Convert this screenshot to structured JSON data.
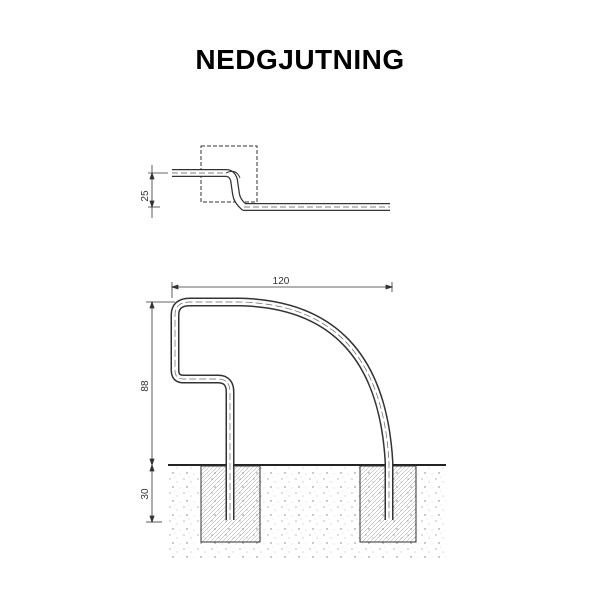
{
  "title": "NEDGJUTNING",
  "dimensions": {
    "top_view_height": "25",
    "width": "120",
    "height_above_ground": "88",
    "depth_below_ground": "30"
  },
  "colors": {
    "line": "#333333",
    "ground_fill": "#f7f7f7",
    "speckle": "#888888"
  }
}
